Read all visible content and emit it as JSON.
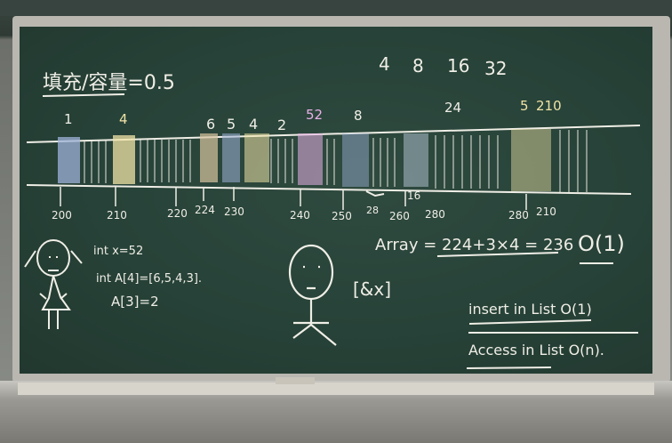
{
  "board": {
    "title_left": "填充/容量=0.5",
    "sizes": [
      "4",
      "8",
      "16",
      "32"
    ],
    "top_labels": [
      "1",
      "4",
      "6",
      "5",
      "4",
      "2",
      "52",
      "8",
      "24",
      "5",
      "210"
    ],
    "bottom_labels": [
      "200",
      "210",
      "220",
      "224",
      "230",
      "240",
      "250",
      "28",
      "260",
      "16",
      "280",
      "280",
      "210"
    ],
    "left_code": [
      "int x=52",
      "int A[4]=[6,5,4,3].",
      "A[3]=2"
    ],
    "center_text": "[&x]",
    "array_eq": "Array = 224+3×4 = 236",
    "array_complexity": "O(1)",
    "insert_line": "insert in List O(1)",
    "access_line": "Access in List O(n)."
  },
  "colors": {
    "board": "#274238",
    "chalk": "#efeee6",
    "blue": "#9fb3d9",
    "yellow": "#f0e3a6",
    "pink": "#e7b0e6"
  }
}
